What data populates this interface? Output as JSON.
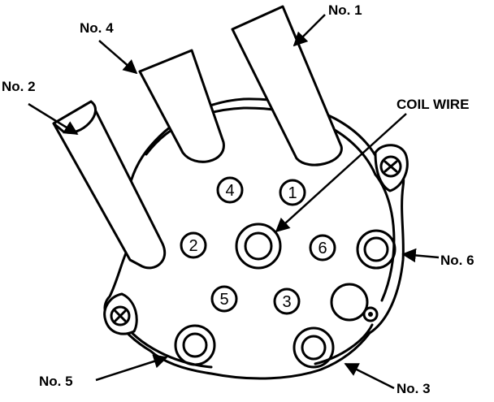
{
  "diagram": {
    "labels": {
      "no1": "No. 1",
      "no2": "No. 2",
      "no3": "No. 3",
      "no4": "No. 4",
      "no5": "No. 5",
      "no6": "No. 6",
      "coil": "COIL WIRE"
    },
    "cap_numbers": {
      "n1": "1",
      "n2": "2",
      "n3": "3",
      "n4": "4",
      "n5": "5",
      "n6": "6"
    },
    "colors": {
      "ink": "#000000",
      "paper": "#ffffff"
    }
  }
}
